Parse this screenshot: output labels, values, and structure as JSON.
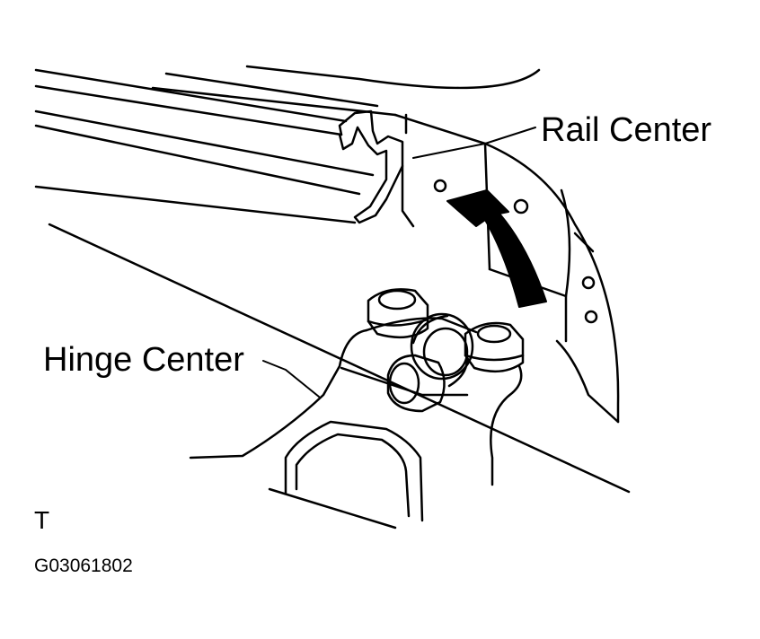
{
  "labels": {
    "rail_center": "Rail Center",
    "hinge_center": "Hinge Center"
  },
  "view_letter": "T",
  "figure_code": "G03061802",
  "colors": {
    "line": "#000000",
    "background": "#ffffff"
  }
}
